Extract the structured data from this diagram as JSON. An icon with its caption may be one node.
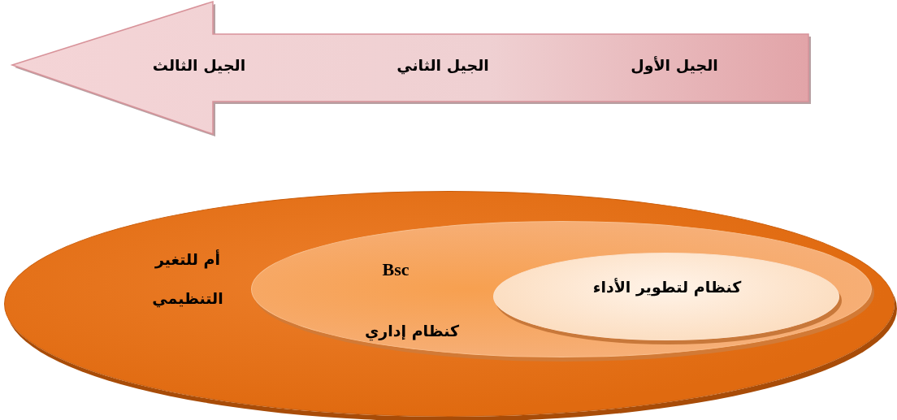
{
  "diagram": {
    "nodes": [
      {
        "text": [
          "الجيل الأول",
          "الجيل الثاني",
          "الجيل الثالث"
        ]
      },
      {
        "text": [
          "أم للتغير التنظيمي"
        ]
      },
      {
        "text": [
          "Bsc",
          "كنظام إداري"
        ],
        "in": 1
      },
      {
        "text": [
          "كنظام لتطوير الأداء"
        ],
        "in": 2
      }
    ]
  }
}
